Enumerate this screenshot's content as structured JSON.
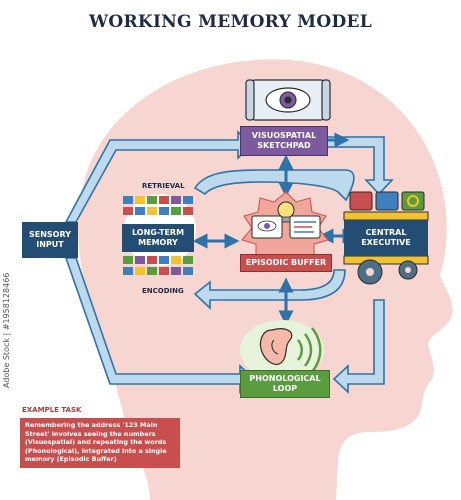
{
  "title": "WORKING MEMORY MODEL",
  "nodes": {
    "sensory_input": "SENSORY INPUT",
    "long_term_memory": "LONG-TERM MEMORY",
    "visuospatial": "VISUOSPATIAL SKETCHPAD",
    "episodic_buffer": "EPISODIC BUFFER",
    "central_executive": "CENTRAL EXECUTIVE",
    "phonological_loop": "PHONOLOGICAL LOOP"
  },
  "labels": {
    "retrieval": "RETRIEVAL",
    "encoding": "ENCODING"
  },
  "example": {
    "title": "EXAMPLE TASK",
    "text": "Remembering the address '123 Main Street' involves seeing the numbers (Visuospatial) and repeating the words (Phonological), integrated into a single memory (Episodic Buffer)"
  },
  "watermark": "Adobe Stock | #1958128466",
  "colors": {
    "head": "#f6d4cf",
    "arrow": "#bcd9ee",
    "arrow_stroke": "#2e72a8",
    "navy": "#244d73",
    "purple": "#7d5a9e",
    "red": "#c94f4f",
    "green": "#5a9d3e",
    "yellow": "#f0c330"
  },
  "icons": [
    "eye-icon",
    "lightbulb-icon",
    "ear-icon",
    "gear-icon",
    "chat-icon",
    "location-pin-icon",
    "sound-waves-icon",
    "brain-icon"
  ]
}
